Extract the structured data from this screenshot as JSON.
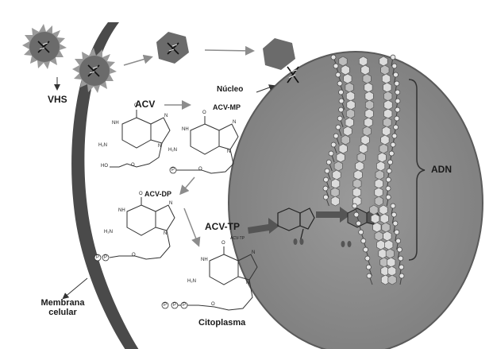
{
  "labels": {
    "vhs": "VHS",
    "nucleo": "Núcleo",
    "membrana_line1": "Membrana",
    "membrana_line2": "celular",
    "citoplasma": "Citoplasma",
    "adn": "ADN"
  },
  "molecules": {
    "acv": "ACV",
    "acv_mp": "ACV-MP",
    "acv_dp": "ACV-DP",
    "acv_tp": "ACV-TP",
    "acv_tp_small": "ACV-TP"
  },
  "atoms": {
    "o": "O",
    "n": "N",
    "nh": "NH",
    "h2n": "H₂N",
    "ho": "HO",
    "p": "P"
  },
  "colors": {
    "membrane": "#4a4a4a",
    "nucleus_fill": "#8a8a8a",
    "nucleus_stroke": "#5a5a5a",
    "virus_body": "#6b6b6b",
    "virus_spikes": "#9a9a9a",
    "arrow_gray": "#8c8c8c",
    "arrow_dark": "#4d4d4d",
    "hexagon_light": "#d8d8d8"
  }
}
